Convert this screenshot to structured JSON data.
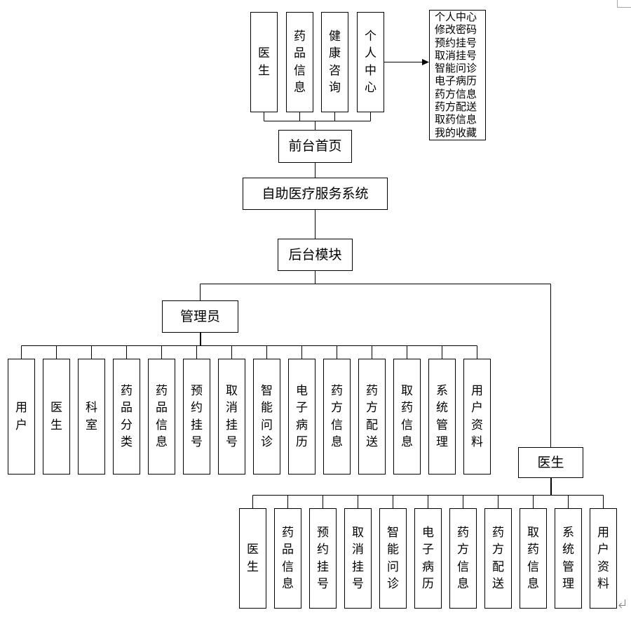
{
  "frontend": {
    "title": "前台首页",
    "modules": [
      "医生",
      "药品信息",
      "健康咨询",
      "个人中心"
    ],
    "personal_center": {
      "items": [
        "个人中心",
        "修改密码",
        "预约挂号",
        "取消挂号",
        "智能问诊",
        "电子病历",
        "药方信息",
        "药方配送",
        "取药信息",
        "我的收藏"
      ]
    }
  },
  "system": {
    "title": "自助医疗服务系统"
  },
  "backend": {
    "title": "后台模块",
    "admin": {
      "title": "管理员",
      "modules": [
        "用户",
        "医生",
        "科室",
        "药品分类",
        "药品信息",
        "预约挂号",
        "取消挂号",
        "智能问诊",
        "电子病历",
        "药方信息",
        "药方配送",
        "取药信息",
        "系统管理",
        "用户资料"
      ]
    },
    "doctor": {
      "title": "医生",
      "modules": [
        "医生",
        "药品信息",
        "预约挂号",
        "取消挂号",
        "智能问诊",
        "电子病历",
        "药方信息",
        "药方配送",
        "取药信息",
        "系统管理",
        "用户资料"
      ]
    }
  },
  "icons": {
    "paragraph_mark": "paragraph-mark-icon",
    "page_corner": "page-corner-mark-icon"
  }
}
